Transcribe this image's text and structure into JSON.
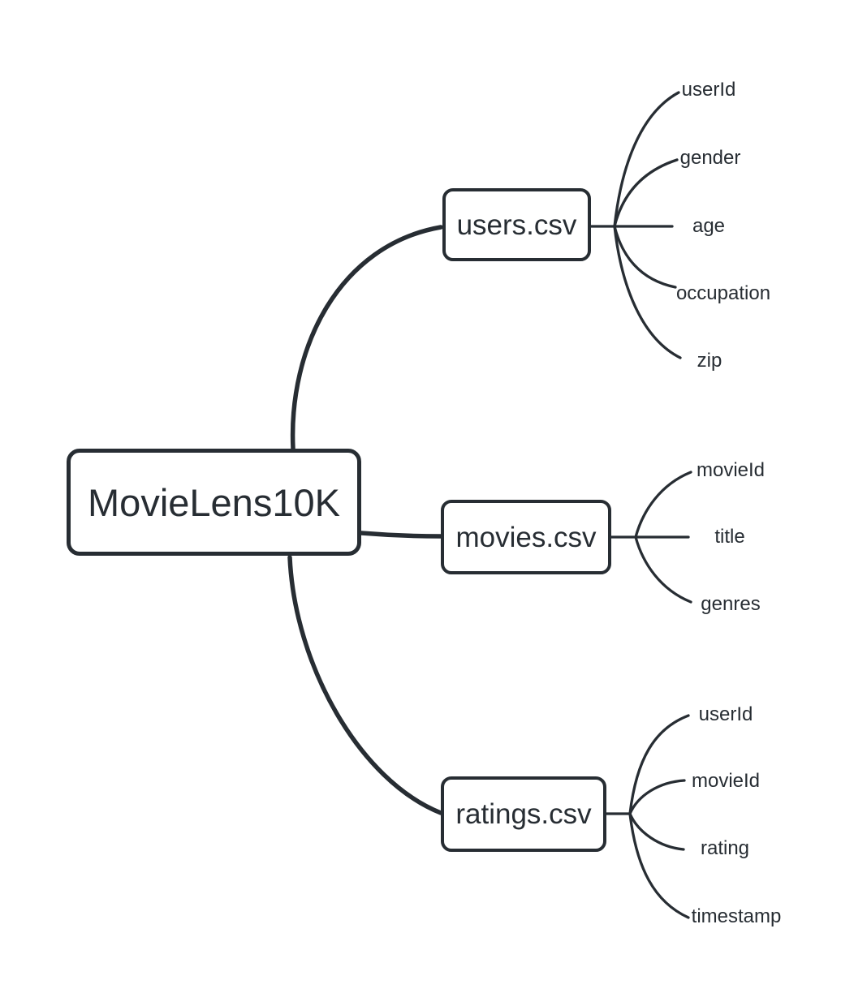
{
  "diagram": {
    "type": "mindmap",
    "colors": {
      "ink": "#272d33",
      "background": "#ffffff"
    },
    "root": {
      "label": "MovieLens10K"
    },
    "branches": [
      {
        "label": "users.csv",
        "leaves": [
          "userId",
          "gender",
          "age",
          "occupation",
          "zip"
        ]
      },
      {
        "label": "movies.csv",
        "leaves": [
          "movieId",
          "title",
          "genres"
        ]
      },
      {
        "label": "ratings.csv",
        "leaves": [
          "userId",
          "movieId",
          "rating",
          "timestamp"
        ]
      }
    ]
  }
}
